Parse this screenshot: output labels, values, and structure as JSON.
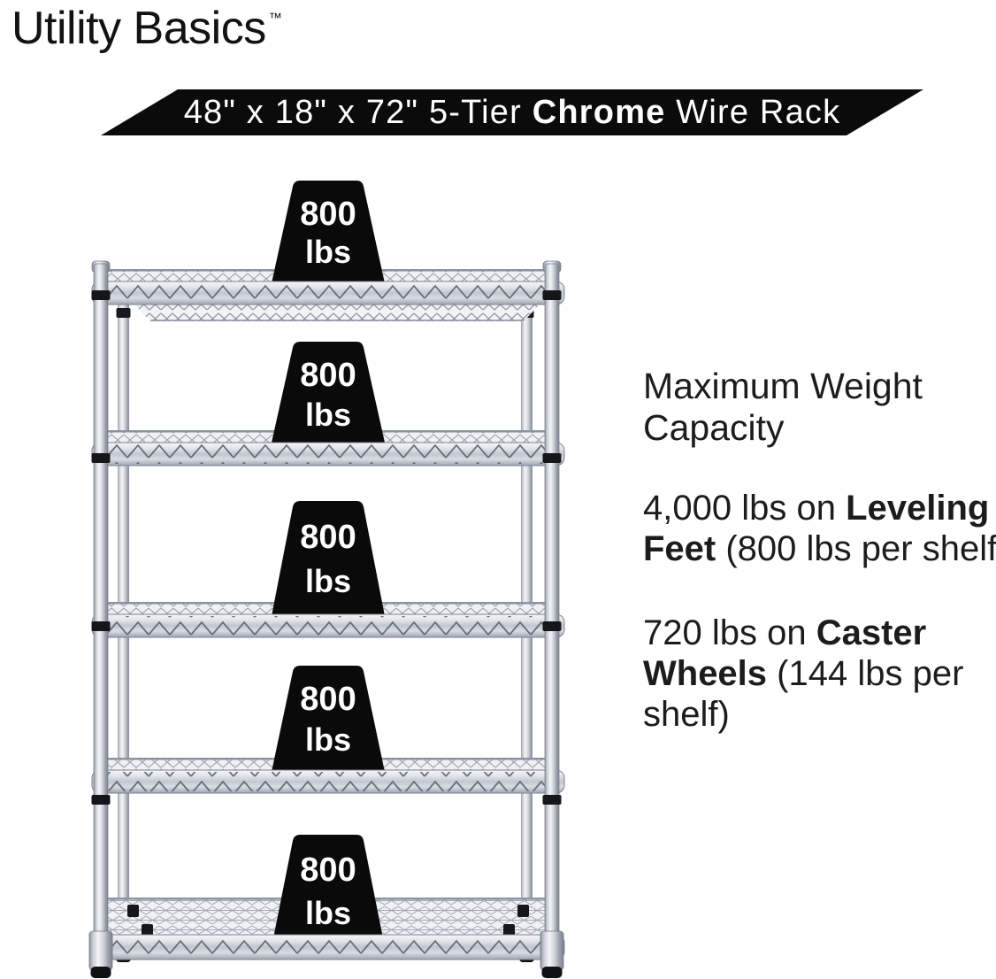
{
  "brand": {
    "name": "Utility Basics",
    "trademark": "™"
  },
  "banner": {
    "prefix": "48\" x 18\" x 72\" 5-Tier ",
    "highlight": "Chrome",
    "suffix": " Wire Rack"
  },
  "rack": {
    "tier_count": 5,
    "finish": "Chrome"
  },
  "weights": [
    {
      "value": "800",
      "unit": "lbs"
    },
    {
      "value": "800",
      "unit": "lbs"
    },
    {
      "value": "800",
      "unit": "lbs"
    },
    {
      "value": "800",
      "unit": "lbs"
    },
    {
      "value": "800",
      "unit": "lbs"
    }
  ],
  "info": {
    "heading": "Maximum Weight Capacity",
    "leveling": {
      "prefix": "4,000 lbs on ",
      "bold": "Leveling Feet",
      "suffix": " (800 lbs per shelf)"
    },
    "caster": {
      "prefix": "720 lbs on ",
      "bold": "Caster Wheels",
      "suffix": " (144 lbs per shelf)"
    }
  },
  "colors": {
    "background": "#ffffff",
    "accent_black": "#0b0b0c",
    "text": "#1c1c1c",
    "chrome_light": "#f4f5f7",
    "chrome_mid": "#c7cbd3",
    "chrome_dark": "#7e8490",
    "wire_line": "#555c6b"
  }
}
